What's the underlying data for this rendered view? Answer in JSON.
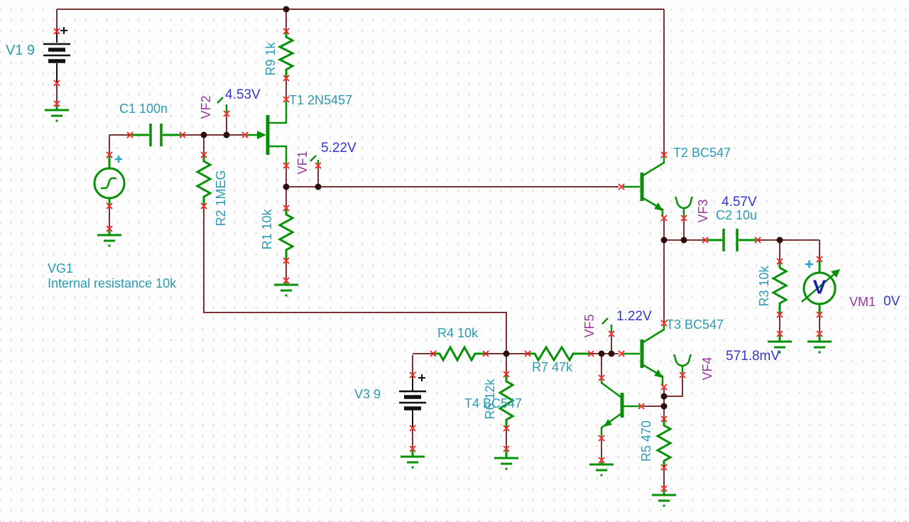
{
  "colors": {
    "wire": "#7a3333",
    "component_green": "#089108",
    "label_teal": "#2b9bb0",
    "value_blue": "#3535d0",
    "flag_purple": "#9b36a0",
    "pin_marker_red": "#ff1212",
    "junction_dot": "#2e0d0d",
    "battery_black": "#111111",
    "meter_letter_blue": "#1b1bb0",
    "plus_cyan": "#2aa2c8"
  },
  "components": {
    "v1": {
      "label": "V1 9"
    },
    "r9": {
      "label": "R9 1k"
    },
    "c1": {
      "label": "C1 100n"
    },
    "t1": {
      "label": "T1 2N5457"
    },
    "r2": {
      "label": "R2 1MEG"
    },
    "r1": {
      "label": "R1 10k"
    },
    "vg1": {
      "label": "VG1",
      "sublabel": "Internal resistance 10k"
    },
    "t2": {
      "label": "T2 BC547"
    },
    "c2": {
      "label": "C2 10u"
    },
    "r3": {
      "label": "R3 10k"
    },
    "vm1": {
      "label": "VM1",
      "value": "0V",
      "symbol": "V"
    },
    "r4": {
      "label": "R4 10k"
    },
    "v3": {
      "label": "V3 9"
    },
    "r6": {
      "label": "R6 12k"
    },
    "r7": {
      "label": "R7 47k"
    },
    "t3": {
      "label": "T3 BC547"
    },
    "t4": {
      "label": "T4 BC547"
    },
    "r5": {
      "label": "R5 470"
    }
  },
  "flags": {
    "vf1": {
      "label": "VF1",
      "value": "5.22V"
    },
    "vf2": {
      "label": "VF2",
      "value": "4.53V"
    },
    "vf3": {
      "label": "VF3",
      "value": "4.57V"
    },
    "vf4": {
      "label": "VF4",
      "value": "571.8mV"
    },
    "vf5": {
      "label": "VF5",
      "value": "1.22V"
    }
  }
}
